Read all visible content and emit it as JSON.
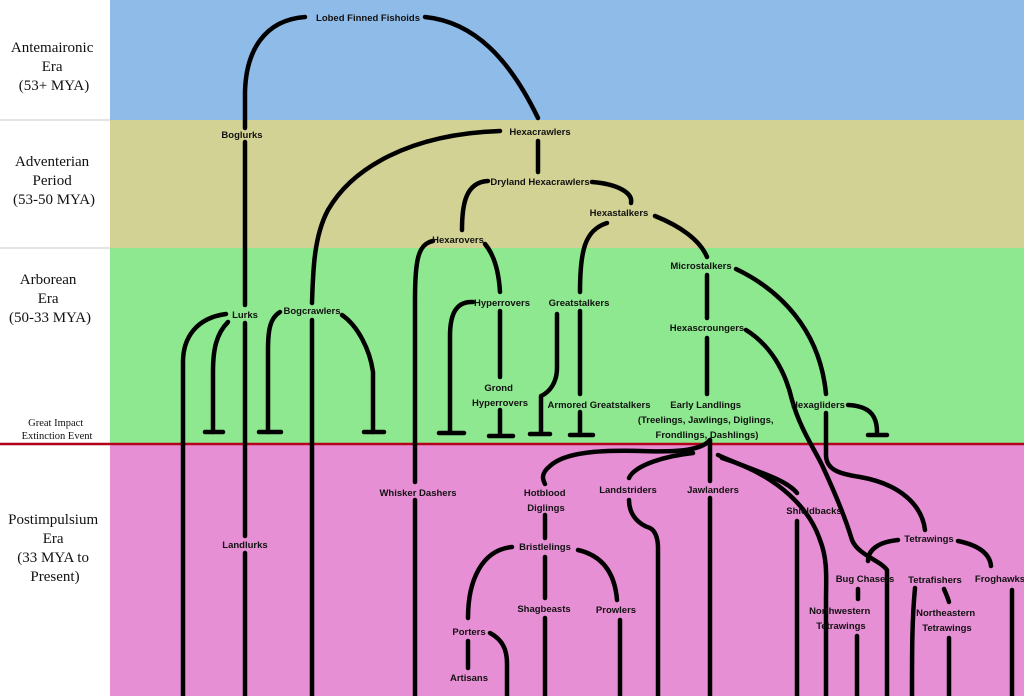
{
  "colors": {
    "antemaironic": "#8fbbe8",
    "adventerian": "#d3d295",
    "arborean": "#8ee88f",
    "postimpulsium": "#e78fd4",
    "impact_line": "#b3001b",
    "label_column": "#ffffff"
  },
  "eras": [
    {
      "key": "antemaironic",
      "lines": [
        "Antemaironic",
        "Era",
        "(53+ MYA)"
      ]
    },
    {
      "key": "adventerian",
      "lines": [
        "Adventerian",
        "Period",
        "(53-50 MYA)"
      ]
    },
    {
      "key": "arborean",
      "lines": [
        "Arborean",
        "Era",
        "(50-33 MYA)"
      ]
    },
    {
      "key": "postimpulsium",
      "lines": [
        "Postimpulsium",
        "Era",
        "(33 MYA to",
        "Present)"
      ]
    }
  ],
  "impact_event": {
    "lines": [
      "Great Impact",
      "Extinction Event"
    ]
  },
  "taxa": {
    "lobed_finned_fishoids": [
      "Lobed Finned Fishoids"
    ],
    "boglurks": [
      "Boglurks"
    ],
    "hexacrawlers": [
      "Hexacrawlers"
    ],
    "dryland_hexacrawlers": [
      "Dryland Hexacrawlers"
    ],
    "hexastalkers": [
      "Hexastalkers"
    ],
    "hexarovers": [
      "Hexarovers"
    ],
    "microstalkers": [
      "Microstalkers"
    ],
    "lurks": [
      "Lurks"
    ],
    "bogcrawlers": [
      "Bogcrawlers"
    ],
    "hyperrovers": [
      "Hyperrovers"
    ],
    "greatstalkers": [
      "Greatstalkers"
    ],
    "hexascroungers": [
      "Hexascroungers"
    ],
    "grond_hyperrovers": [
      "Grond",
      "Hyperrovers"
    ],
    "armored_greatstalkers": [
      "Armored Greatstalkers"
    ],
    "early_landlings": [
      "Early Landlings",
      "(Treelings, Jawlings, Diglings,",
      "Frondlings, Dashlings)"
    ],
    "hexagliders": [
      "Hexagliders"
    ],
    "whisker_dashers": [
      "Whisker Dashers"
    ],
    "hotblood_diglings": [
      "Hotblood",
      "Diglings"
    ],
    "landstriders": [
      "Landstriders"
    ],
    "jawlanders": [
      "Jawlanders"
    ],
    "shieldbacks": [
      "Shieldbacks"
    ],
    "landlurks": [
      "Landlurks"
    ],
    "bristlelings": [
      "Bristlelings"
    ],
    "tetrawings": [
      "Tetrawings"
    ],
    "bug_chasers": [
      "Bug Chasers"
    ],
    "tetrafishers": [
      "Tetrafishers"
    ],
    "froghawks": [
      "Froghawks"
    ],
    "shagbeasts": [
      "Shagbeasts"
    ],
    "prowlers": [
      "Prowlers"
    ],
    "northwestern_tetrawings": [
      "Northwestern",
      "Tetrawings"
    ],
    "northeastern_tetrawings": [
      "Northeastern",
      "Tetrawings"
    ],
    "porters": [
      "Porters"
    ],
    "artisans": [
      "Artisans"
    ]
  }
}
